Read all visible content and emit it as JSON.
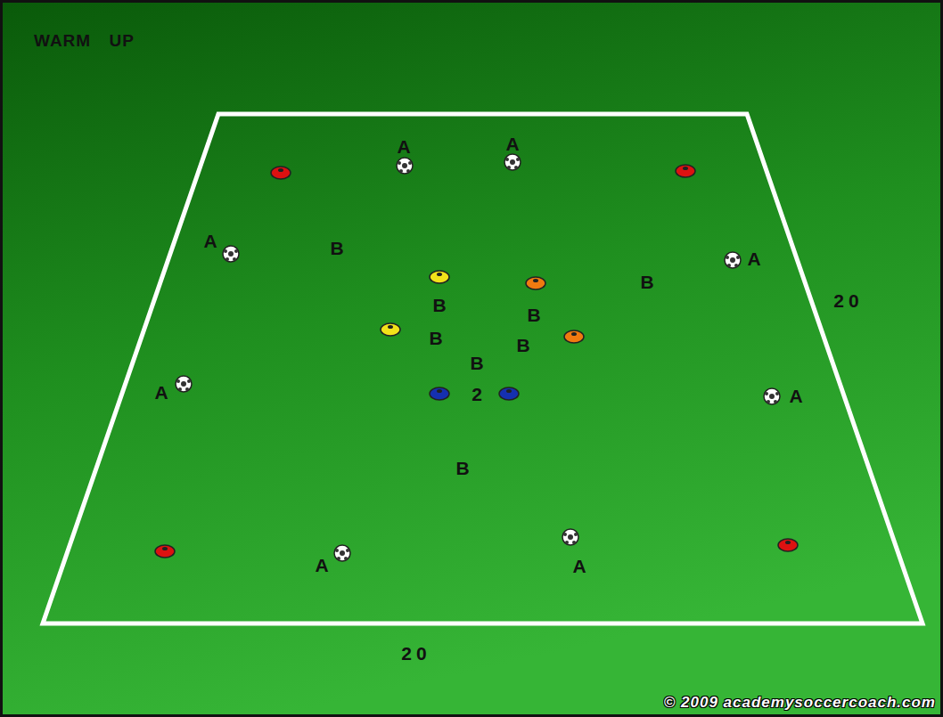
{
  "diagram": {
    "title": "WARM UP",
    "labels": [
      "A",
      "A",
      "A",
      "A",
      "A",
      "A",
      "A",
      "A",
      "B",
      "B",
      "B",
      "B",
      "B",
      "B",
      "B",
      "B",
      "2",
      "20",
      "20",
      "© 2009 academysoccercoach.com"
    ]
  }
}
